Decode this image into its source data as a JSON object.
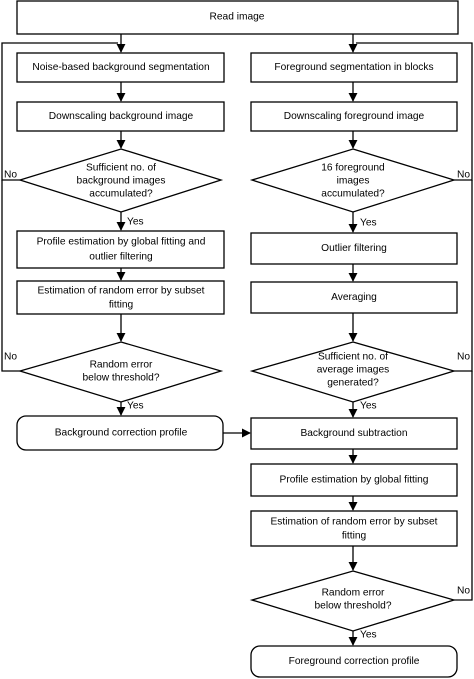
{
  "flowchart": {
    "nodes": {
      "read_image": "Read image",
      "bg_segmentation": "Noise-based background segmentation",
      "bg_downscale": "Downscaling background image",
      "bg_decision": [
        "Sufficient no. of",
        "background images",
        "accumulated?"
      ],
      "bg_profile_fit": [
        "Profile estimation by global fitting and",
        "outlier filtering"
      ],
      "bg_random_error": [
        "Estimation of random error by subset",
        "fitting"
      ],
      "bg_threshold": [
        "Random error",
        "below threshold?"
      ],
      "bg_correction_profile": "Background correction profile",
      "fg_segmentation": "Foreground segmentation in blocks",
      "fg_downscale": "Downscaling foreground image",
      "fg_decision": [
        "16 foreground",
        "images",
        "accumulated?"
      ],
      "fg_outlier": "Outlier filtering",
      "fg_averaging": "Averaging",
      "fg_avg_decision": [
        "Sufficient no. of",
        "average images",
        "generated?"
      ],
      "fg_bg_subtraction": "Background subtraction",
      "fg_profile_fit": "Profile estimation by global fitting",
      "fg_random_error": [
        "Estimation of random error by subset",
        "fitting"
      ],
      "fg_threshold": [
        "Random error",
        "below threshold?"
      ],
      "fg_correction_profile": "Foreground correction profile"
    },
    "edge_labels": {
      "bg_decision_yes": "Yes",
      "bg_decision_no": "No",
      "bg_threshold_yes": "Yes",
      "bg_threshold_no": "No",
      "fg_decision_yes": "Yes",
      "fg_decision_no": "No",
      "fg_avg_decision_yes": "Yes",
      "fg_avg_decision_no": "No",
      "fg_threshold_yes": "Yes",
      "fg_threshold_no": "No"
    }
  }
}
